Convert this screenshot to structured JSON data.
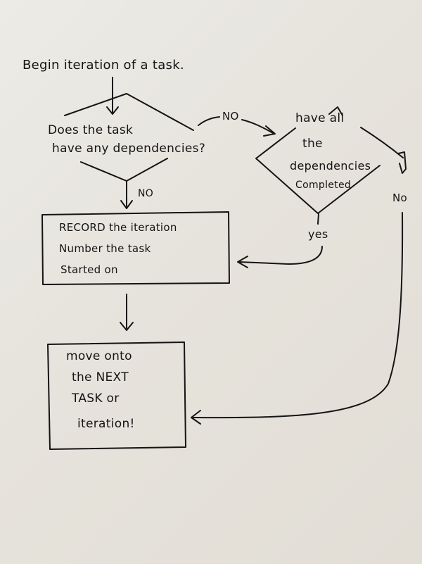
{
  "flowchart": {
    "start": "Begin iteration of a task.",
    "decision_dependencies": {
      "line1": "Does the task",
      "line2": "have any dependencies?"
    },
    "decision_completed": {
      "line1": "have all",
      "line2": "the",
      "line3": "dependencies",
      "line4": "Completed"
    },
    "process_record": {
      "line1": "RECORD the iteration",
      "line2": "Number the task",
      "line3": "Started on"
    },
    "process_next": {
      "line1": "move onto",
      "line2": "the NEXT",
      "line3": "TASK or",
      "line4": "iteration!"
    },
    "edge_labels": {
      "no_to_completed": "NO",
      "no_to_record": "NO",
      "yes_to_record": "yes",
      "no_to_next": "No"
    }
  }
}
